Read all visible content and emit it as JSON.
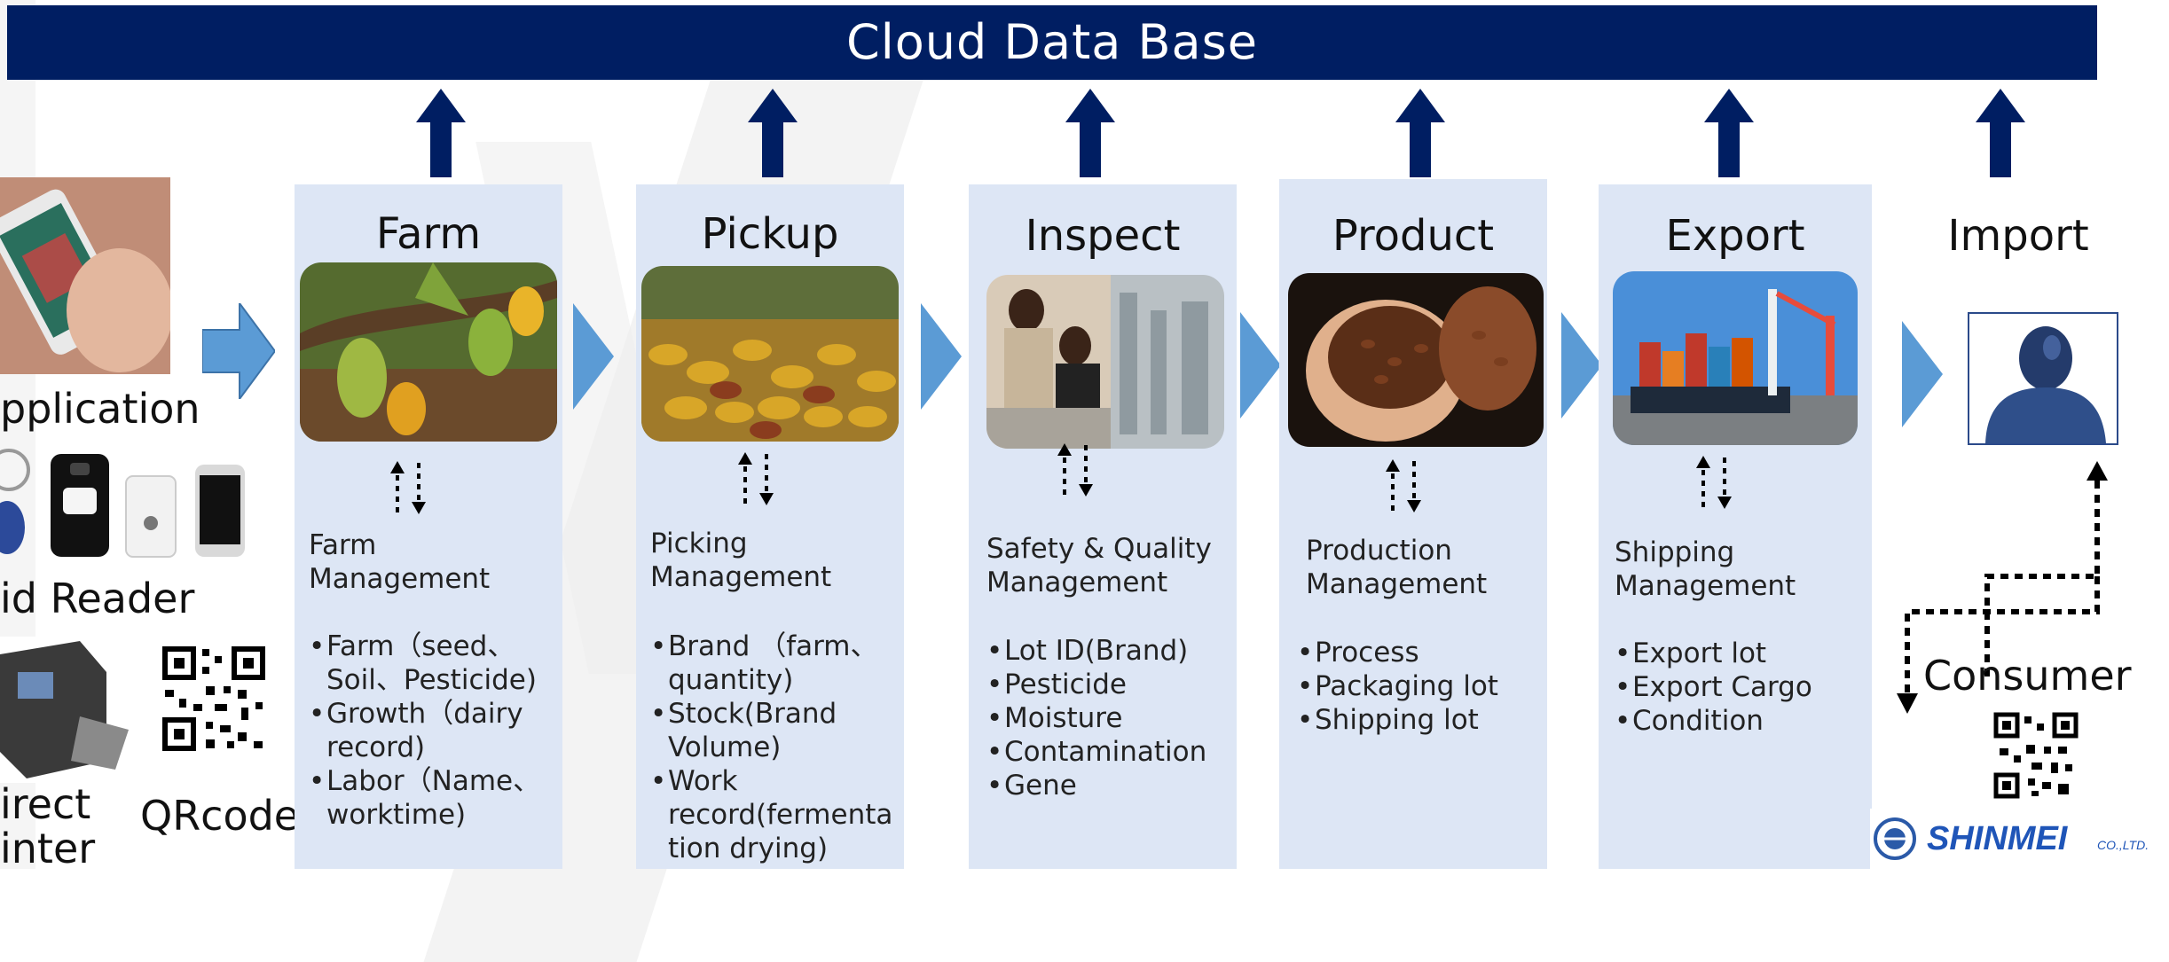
{
  "header": {
    "title": "Cloud Data Base"
  },
  "left_column": {
    "application_label": "pplication",
    "reader_label": "id Reader",
    "printer_label_line1": "irect",
    "printer_label_line2": "inter",
    "qrcode_label": "QRcode"
  },
  "stages": [
    {
      "title": "Farm",
      "mgmt_line1": "Farm",
      "mgmt_line2": "Management",
      "bullets": [
        "Farm（seed、",
        "Soil、Pesticide)",
        "Growth（dairy",
        "record)",
        "Labor（Name、",
        "worktime)"
      ]
    },
    {
      "title": "Pickup",
      "mgmt_line1": "Picking",
      "mgmt_line2": "Management",
      "bullets": [
        "Brand （farm、",
        "quantity)",
        "Stock(Brand",
        "Volume)",
        "Work",
        "record(fermenta",
        "tion drying)"
      ]
    },
    {
      "title": "Inspect",
      "mgmt_line1": "Safety & Quality",
      "mgmt_line2": "Management",
      "bullets": [
        "Lot ID(Brand)",
        "Pesticide",
        "Moisture",
        "Contamination",
        "Gene"
      ]
    },
    {
      "title": "Product",
      "mgmt_line1": "Production",
      "mgmt_line2": "Management",
      "bullets": [
        "Process",
        "Packaging lot",
        "Shipping lot"
      ]
    },
    {
      "title": "Export",
      "mgmt_line1": "Shipping",
      "mgmt_line2": "Management",
      "bullets": [
        "Export lot",
        "Export Cargo",
        "Condition"
      ]
    }
  ],
  "import": {
    "title": "Import",
    "consumer_label": "Consumer"
  },
  "logo": {
    "text": "SHINMEI",
    "suffix": "CO.,LTD."
  },
  "colors": {
    "navy": "#001e62",
    "panel": "#dde6f5",
    "chevron": "#5b9bd5"
  }
}
